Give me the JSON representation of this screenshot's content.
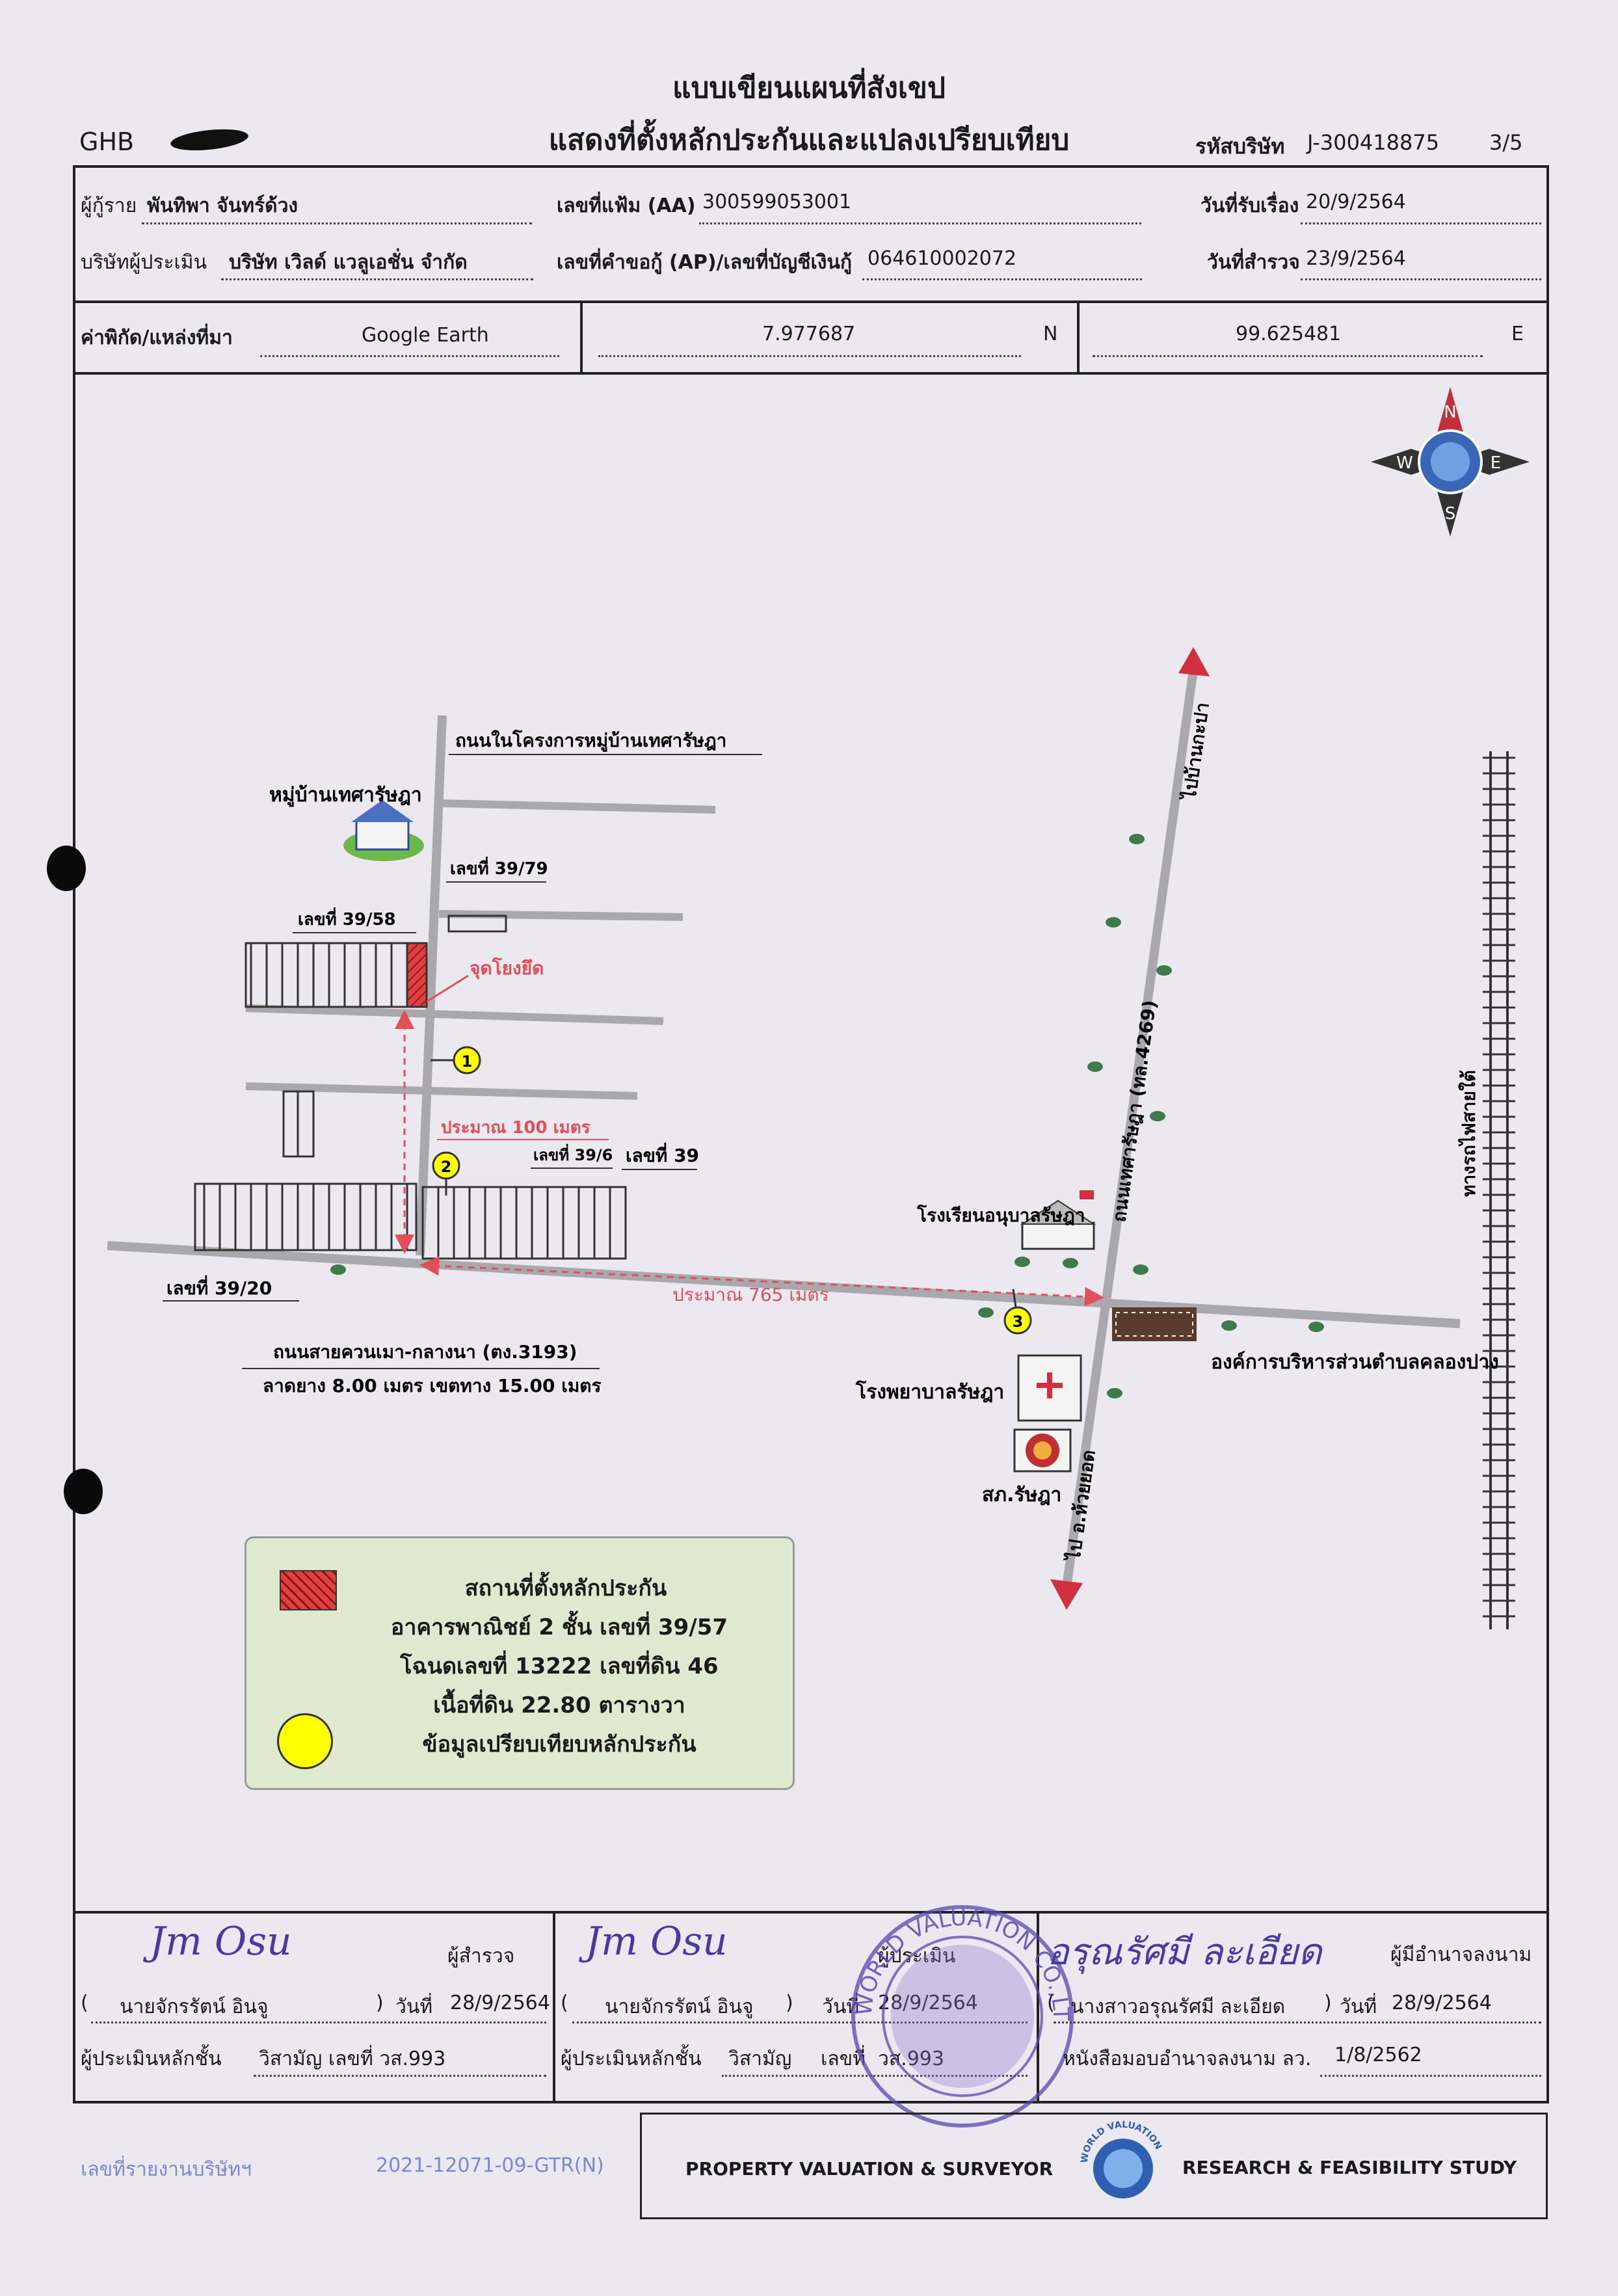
{
  "header": {
    "bank_code": "GHB",
    "title_line1": "แบบเขียนแผนที่สังเขป",
    "title_line2": "แสดงที่ตั้งหลักประกันและแปลงเปรียบเทียบ",
    "company_code_label": "รหัสบริษัท",
    "company_code": "J-300418875",
    "page": "3/5"
  },
  "info": {
    "borrower_label": "ผู้กู้ราย",
    "borrower": "พันทิพา จันทร์ด้วง",
    "file_no_label": "เลขที่แฟ้ม (AA)",
    "file_no": "300599053001",
    "received_date_label": "วันที่รับเรื่อง",
    "received_date": "20/9/2564",
    "appraiser_company_label": "บริษัทผู้ประเมิน",
    "appraiser_company": "บริษัท เวิลด์ แวลูเอชั่น จำกัด",
    "request_no_label": "เลขที่คำขอกู้ (AP)/เลขที่บัญชีเงินกู้",
    "request_no": "064610002072",
    "survey_date_label": "วันที่สำรวจ",
    "survey_date": "23/9/2564"
  },
  "coords": {
    "label": "ค่าพิกัด/แหล่งที่มา",
    "source": "Google Earth",
    "lat": "7.977687",
    "lat_dir": "N",
    "lon": "99.625481",
    "lon_dir": "E"
  },
  "map": {
    "compass": {
      "n": "N",
      "s": "S",
      "e": "E",
      "w": "W"
    },
    "road_village": "ถนนในโครงการหมู่บ้านเทศารัษฎา",
    "village_name": "หมู่บ้านเทศารัษฎา",
    "house_3979": "เลขที่ 39/79",
    "house_3958": "เลขที่ 39/58",
    "anchor_point": "จุดโยงยึด",
    "distance_100": "ประมาณ 100 เมตร",
    "house_396": "เลขที่ 39/6",
    "house_39": "เลขที่ 39",
    "house_3920": "เลขที่ 39/20",
    "distance_765": "ประมาณ 765 เมตร",
    "road_main": "ถนนสายควนเมา-กลางนา (ตง.3193)",
    "road_main_spec": "ลาดยาง 8.00 เมตร เขตทาง 15.00 เมตร",
    "to_ban_kapa": "ไปบ้านกะปา",
    "road_tesa": "ถนนเทศารัษฎา (ทล.4269)",
    "to_huai_yot": "ไป อ.ห้วยยอด",
    "railway": "ทางรถไฟสายใต้",
    "school": "โรงเรียนอนุบาลรัษฎา",
    "sao": "องค์การบริหารส่วนตำบลคลองปาง",
    "hospital": "โรงพยาบาลรัษฎา",
    "police": "สภ.รัษฎา",
    "markers": [
      "1",
      "2",
      "3"
    ]
  },
  "legend": {
    "collateral_location": "สถานที่ตั้งหลักประกัน",
    "building": "อาคารพาณิชย์ 2 ชั้น เลขที่ 39/57",
    "deed": "โฉนดเลขที่ 13222  เลขที่ดิน 46",
    "area": "เนื้อที่ดิน 22.80 ตารางวา",
    "comparison": "ข้อมูลเปรียบเทียบหลักประกัน",
    "colors": {
      "collateral": "#e04040",
      "comparison": "#ffff00"
    }
  },
  "signatures": {
    "col1": {
      "role": "ผู้สำรวจ",
      "name": "นายจักรรัตน์ อินจู",
      "date_label": "วันที่",
      "date": "28/9/2564",
      "level_label": "ผู้ประเมินหลักชั้น",
      "level": "วิสามัญ เลขที่ วส.993"
    },
    "col2": {
      "role": "ผู้ประเมิน",
      "name": "นายจักรรัตน์ อินจู",
      "date_label": "วันที่",
      "date": "28/9/2564",
      "level_label": "ผู้ประเมินหลักชั้น",
      "level": "วิสามัญ",
      "no_label": "เลขที่",
      "no": "วส.993"
    },
    "col3": {
      "role": "ผู้มีอำนาจลงนาม",
      "name": "นางสาวอรุณรัศมี ละเอียด",
      "date_label": "วันที่",
      "date": "28/9/2564",
      "poa_label": "หนังสือมอบอำนาจลงนาม ลว.",
      "poa_date": "1/8/2562"
    }
  },
  "stamp_text": "WORLD VALUATION CO.,LTD.",
  "footer": {
    "report_no_label": "เลขที่รายงานบริษัทฯ",
    "report_no": "2021-12071-09-GTR(N)",
    "left_service": "PROPERTY VALUATION  &  SURVEYOR",
    "right_service": "RESEARCH  &  FEASIBILITY STUDY",
    "logo_text": "WORLD VALUATION"
  }
}
